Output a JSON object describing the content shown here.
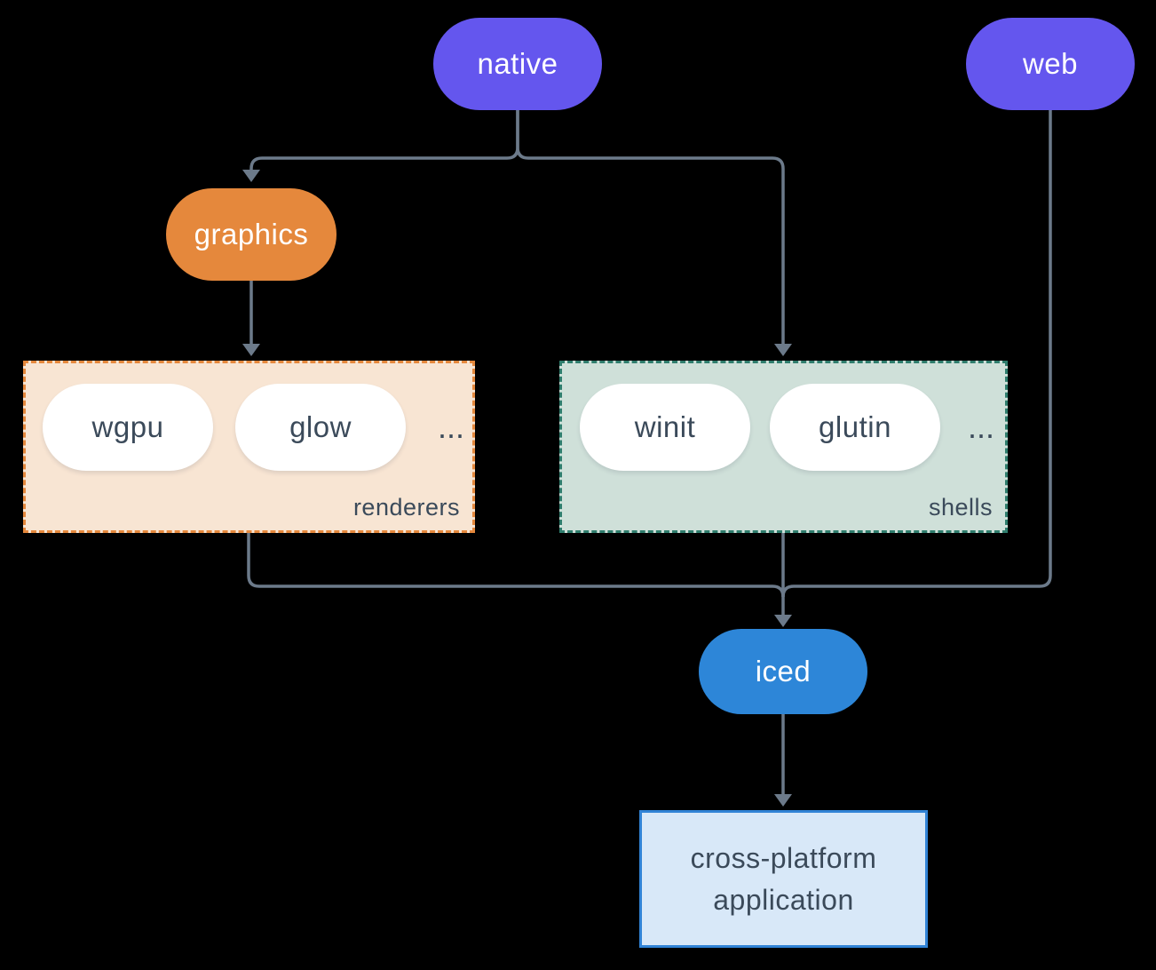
{
  "nodes": {
    "native": {
      "label": "native"
    },
    "web": {
      "label": "web"
    },
    "graphics": {
      "label": "graphics"
    },
    "iced": {
      "label": "iced"
    },
    "application": {
      "label": "cross-platform application"
    }
  },
  "groups": {
    "renderers": {
      "label": "renderers",
      "items": [
        "wgpu",
        "glow"
      ],
      "ellipsis": "..."
    },
    "shells": {
      "label": "shells",
      "items": [
        "winit",
        "glutin"
      ],
      "ellipsis": "..."
    }
  },
  "colors": {
    "background": "#000000",
    "node_purple": "#6456EE",
    "node_orange": "#E5883C",
    "node_blue": "#2D86D8",
    "pill_white": "#FFFFFF",
    "renderers_bg": "#F8E5D3",
    "renderers_border": "#E5883C",
    "shells_bg": "#CFE0D9",
    "shells_border": "#2F7D6D",
    "app_bg": "#D8E8F8",
    "app_border": "#3183D6",
    "connector": "#6C7A8A",
    "dark_text": "#3B4A5A",
    "light_text": "#FFFFFF"
  }
}
